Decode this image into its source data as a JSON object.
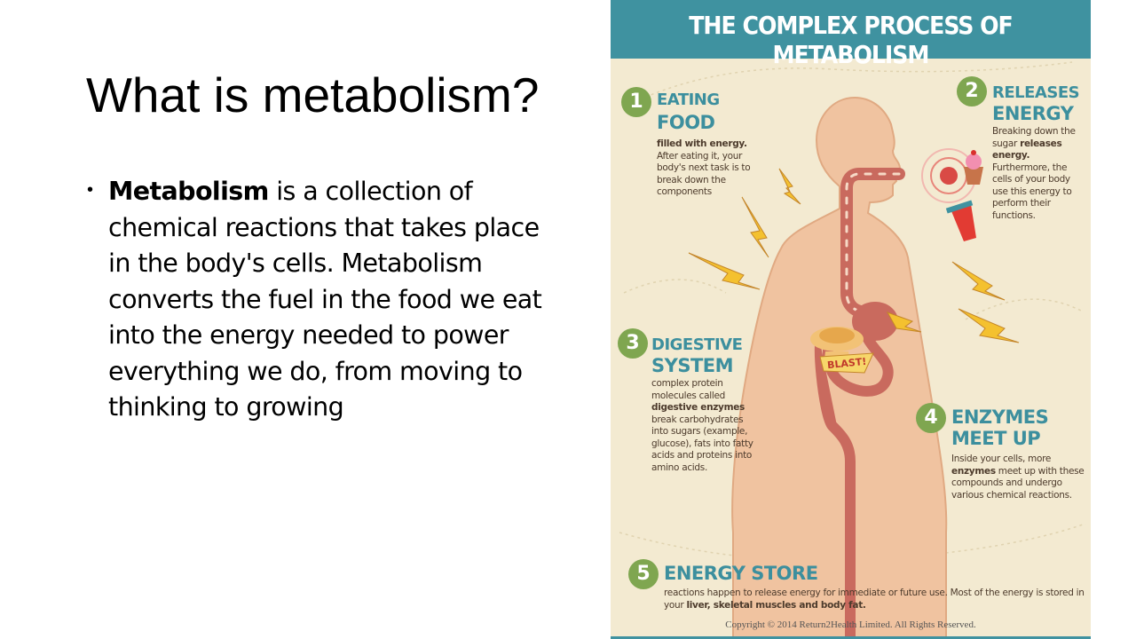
{
  "slide": {
    "title": "What is metabolism?",
    "bullet": {
      "term": "Metabolism",
      "text": " is a collection of chemical reactions that takes place in the body's cells. Metabolism converts the fuel in the food we eat into the energy needed to power everything we do, from moving to thinking to growing"
    }
  },
  "infographic": {
    "title": "THE COMPLEX PROCESS OF METABOLISM",
    "steps": [
      {
        "number": "1",
        "heading_line1": "EATING",
        "heading_line2": "FOOD",
        "body_bold": "filled with energy.",
        "body": "After eating it, your body's next task is to break down the components"
      },
      {
        "number": "2",
        "heading_line1": "RELEASES",
        "heading_line2": "ENERGY",
        "body_pre": "Breaking down the sugar ",
        "body_bold": "releases energy.",
        "body": " Furthermore, the cells of your body use this energy to perform their functions."
      },
      {
        "number": "3",
        "heading_line1": "DIGESTIVE",
        "heading_line2": "SYSTEM",
        "body_pre": "complex protein molecules called ",
        "body_bold": "digestive enzymes",
        "body": " break carbohydrates into sugars (example, glucose), fats into fatty acids and proteins into amino acids."
      },
      {
        "number": "4",
        "heading_line1": "ENZYMES",
        "heading_line2": "MEET UP",
        "body_pre": "Inside your cells, more ",
        "body_bold": "enzymes",
        "body": " meet up with these compounds and undergo various chemical reactions."
      },
      {
        "number": "5",
        "heading_line1": "ENERGY STORE",
        "body_pre": "reactions happen to release energy for immediate or future use. Most of the energy is stored in your ",
        "body_bold": "liver, skeletal muscles and body fat."
      }
    ],
    "blast_label": "BLAST!",
    "copyright": "Copyright © 2014 Return2Health Limited. All Rights Reserved.",
    "colors": {
      "header": "#3f92a0",
      "background": "#f3ead1",
      "step_number": "#7fa650",
      "heading": "#3c8f9e",
      "body": "#f1c7a3",
      "tract": "#c96a5e"
    }
  }
}
